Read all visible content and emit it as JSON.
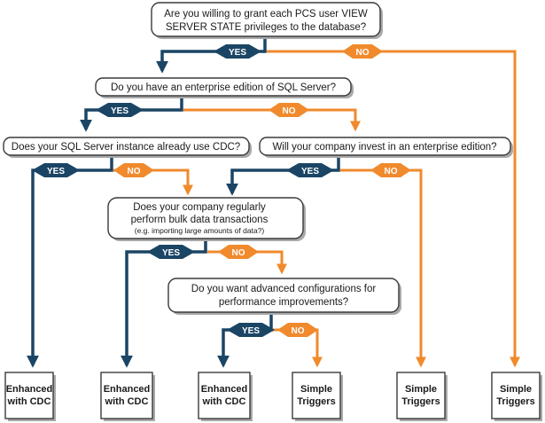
{
  "questions": {
    "q1": {
      "line1": "Are you willing to grant each PCS user VIEW",
      "line2": "SERVER STATE privileges to the database?"
    },
    "q2": {
      "line1": "Do you have an enterprise edition of SQL Server?"
    },
    "q3": {
      "line1": "Does your SQL Server instance already use CDC?"
    },
    "q4": {
      "line1": "Will your company invest in an enterprise edition?"
    },
    "q5": {
      "line1": "Does your company regularly",
      "line2": "perform bulk data transactions",
      "note": "(e.g. importing large amounts of data?)"
    },
    "q6": {
      "line1": "Do you want advanced configurations for",
      "line2": "performance improvements?"
    }
  },
  "labels": {
    "yes": "YES",
    "no": "NO"
  },
  "results": [
    {
      "line1": "Enhanced",
      "line2": "with CDC"
    },
    {
      "line1": "Enhanced",
      "line2": "with CDC"
    },
    {
      "line1": "Enhanced",
      "line2": "with CDC"
    },
    {
      "line1": "Simple",
      "line2": "Triggers"
    },
    {
      "line1": "Simple",
      "line2": "Triggers"
    },
    {
      "line1": "Simple",
      "line2": "Triggers"
    }
  ],
  "colors": {
    "yes": "#1b4565",
    "no": "#f08a2c",
    "box_border": "#3a3a3a",
    "shadow": "#a9a9a9"
  }
}
